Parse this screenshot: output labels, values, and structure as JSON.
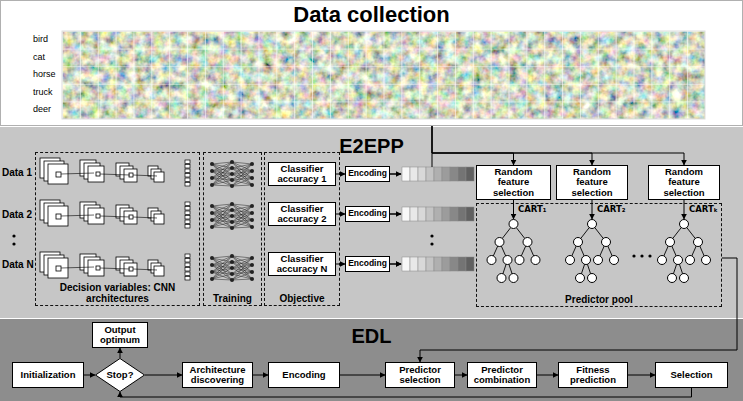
{
  "diagram": {
    "nodes": [
      {
        "text": [
          "Data collection"
        ]
      },
      {
        "text": [
          "E2EPP"
        ]
      },
      {
        "text": [
          "Decision variables: CNN architectures"
        ],
        "in": 1
      },
      {
        "text": [
          "Training"
        ],
        "in": 1
      },
      {
        "text": [
          "Objective"
        ],
        "in": 1
      },
      {
        "text": [
          "Classifier accuracy 1"
        ],
        "in": 4
      },
      {
        "text": [
          "Encoding"
        ],
        "in": 1
      },
      {
        "text": [
          "Random feature selection"
        ],
        "in": 1
      },
      {
        "text": [
          "Random feature selection"
        ],
        "in": 1
      },
      {
        "text": [
          "Random feature selection"
        ],
        "in": 1
      },
      {
        "text": [
          "Classifier accuracy 2"
        ],
        "in": 4
      },
      {
        "text": [
          "Encoding"
        ],
        "in": 1
      },
      {
        "text": [
          "Classifier accuracy N"
        ],
        "in": 4
      },
      {
        "text": [
          "Encoding"
        ],
        "in": 1
      },
      {
        "text": [
          "Predictor pool"
        ],
        "in": 1
      },
      {
        "text": [
          "EDL"
        ]
      },
      {
        "text": [
          "Output optimum"
        ],
        "in": 15
      },
      {
        "text": [
          "Initialization"
        ],
        "in": 15
      },
      {
        "text": [
          "Stop?"
        ],
        "in": 15
      },
      {
        "text": [
          "Architecture discovering"
        ],
        "in": 15
      },
      {
        "text": [
          "Encoding"
        ],
        "in": 15
      },
      {
        "text": [
          "Predictor selection"
        ],
        "in": 15
      },
      {
        "text": [
          "Predictor combination"
        ],
        "in": 15
      },
      {
        "text": [
          "Fitness prediction"
        ],
        "in": 15
      },
      {
        "text": [
          "Selection"
        ],
        "in": 15
      }
    ],
    "edges": [
      {
        "from": 0,
        "to": 7,
        "arrow": "to"
      },
      {
        "from": 0,
        "to": 8,
        "arrow": "to"
      },
      {
        "from": 0,
        "to": 9,
        "arrow": "to"
      },
      {
        "from": 5,
        "to": 6,
        "arrow": "to"
      },
      {
        "from": 10,
        "to": 11,
        "arrow": "to"
      },
      {
        "from": 12,
        "to": 13,
        "arrow": "to"
      },
      {
        "from": 14,
        "to": 21,
        "arrow": "to"
      },
      {
        "from": 17,
        "to": 18,
        "arrow": "to"
      },
      {
        "from": 18,
        "to": 16,
        "arrow": "to"
      },
      {
        "from": 18,
        "to": 19,
        "arrow": "to"
      },
      {
        "from": 19,
        "to": 20,
        "arrow": "to"
      },
      {
        "from": 20,
        "to": 21,
        "arrow": "to"
      },
      {
        "from": 21,
        "to": 22,
        "arrow": "to"
      },
      {
        "from": 22,
        "to": 23,
        "arrow": "to"
      },
      {
        "from": 23,
        "to": 24,
        "arrow": "to"
      },
      {
        "from": 24,
        "to": 18,
        "arrow": "to"
      }
    ],
    "labels": [
      "bird",
      "cat",
      "horse",
      "truck",
      "deer",
      "Data 1",
      "Data 2",
      "Data N",
      "CART₁",
      "CART₂",
      "CARTₖ"
    ]
  }
}
